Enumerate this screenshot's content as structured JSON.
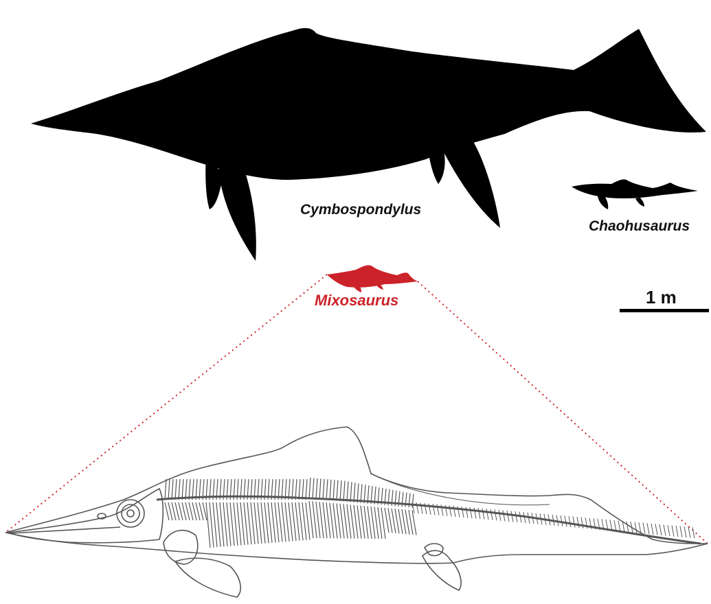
{
  "labels": {
    "large": "Cymbospondylus",
    "small": "Chaohusaurus",
    "highlight": "Mixosaurus"
  },
  "scale_bar": {
    "label": "1 m"
  },
  "colors": {
    "silhouette": "#000000",
    "highlight": "#cc2229",
    "skeleton_line": "#555555"
  }
}
